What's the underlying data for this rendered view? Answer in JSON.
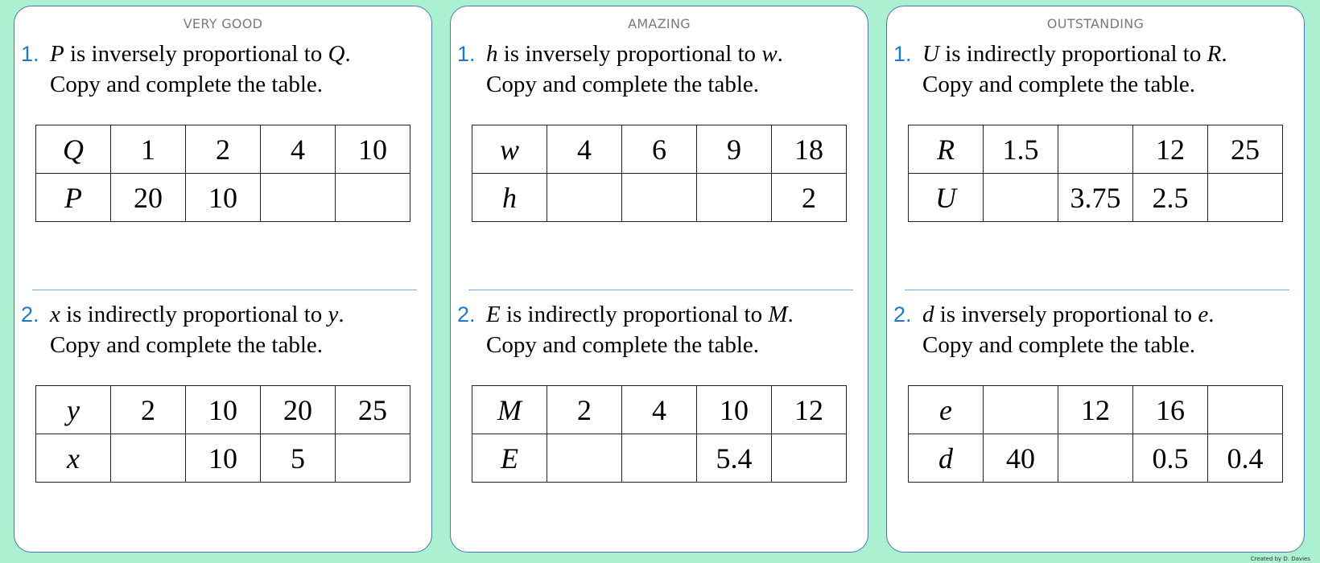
{
  "cards": [
    {
      "title": "VERY GOOD",
      "questions": [
        {
          "number": "1.",
          "var1": "P",
          "mid": " is inversely proportional to ",
          "var2": "Q",
          "end": ".",
          "line2": "Copy and complete the table.",
          "table": [
            [
              "Q",
              "1",
              "2",
              "4",
              "10"
            ],
            [
              "P",
              "20",
              "10",
              "",
              ""
            ]
          ]
        },
        {
          "number": "2.",
          "var1": "x",
          "mid": " is indirectly proportional to ",
          "var2": "y",
          "end": ".",
          "line2": "Copy and complete the table.",
          "table": [
            [
              "y",
              "2",
              "10",
              "20",
              "25"
            ],
            [
              "x",
              "",
              "10",
              "5",
              ""
            ]
          ]
        }
      ]
    },
    {
      "title": "AMAZING",
      "questions": [
        {
          "number": "1.",
          "var1": "h",
          "mid": " is inversely proportional to ",
          "var2": "w",
          "end": ".",
          "line2": "Copy and complete the table.",
          "table": [
            [
              "w",
              "4",
              "6",
              "9",
              "18"
            ],
            [
              "h",
              "",
              "",
              "",
              "2"
            ]
          ]
        },
        {
          "number": "2.",
          "var1": "E",
          "mid": " is indirectly proportional to ",
          "var2": "M",
          "end": ".",
          "line2": "Copy and complete the table.",
          "table": [
            [
              "M",
              "2",
              "4",
              "10",
              "12"
            ],
            [
              "E",
              "",
              "",
              "5.4",
              ""
            ]
          ]
        }
      ]
    },
    {
      "title": "OUTSTANDING",
      "questions": [
        {
          "number": "1.",
          "var1": "U",
          "mid": " is indirectly proportional to ",
          "var2": "R",
          "end": ".",
          "line2": "Copy and complete the table.",
          "table": [
            [
              "R",
              "1.5",
              "",
              "12",
              "25"
            ],
            [
              "U",
              "",
              "3.75",
              "2.5",
              ""
            ]
          ]
        },
        {
          "number": "2.",
          "var1": "d",
          "mid": " is inversely proportional to ",
          "var2": "e",
          "end": ".",
          "line2": "Copy and complete the table.",
          "table": [
            [
              "e",
              "",
              "12",
              "16",
              ""
            ],
            [
              "d",
              "40",
              "",
              "0.5",
              "0.4"
            ]
          ]
        }
      ]
    }
  ],
  "credit": "Created by D. Davies"
}
